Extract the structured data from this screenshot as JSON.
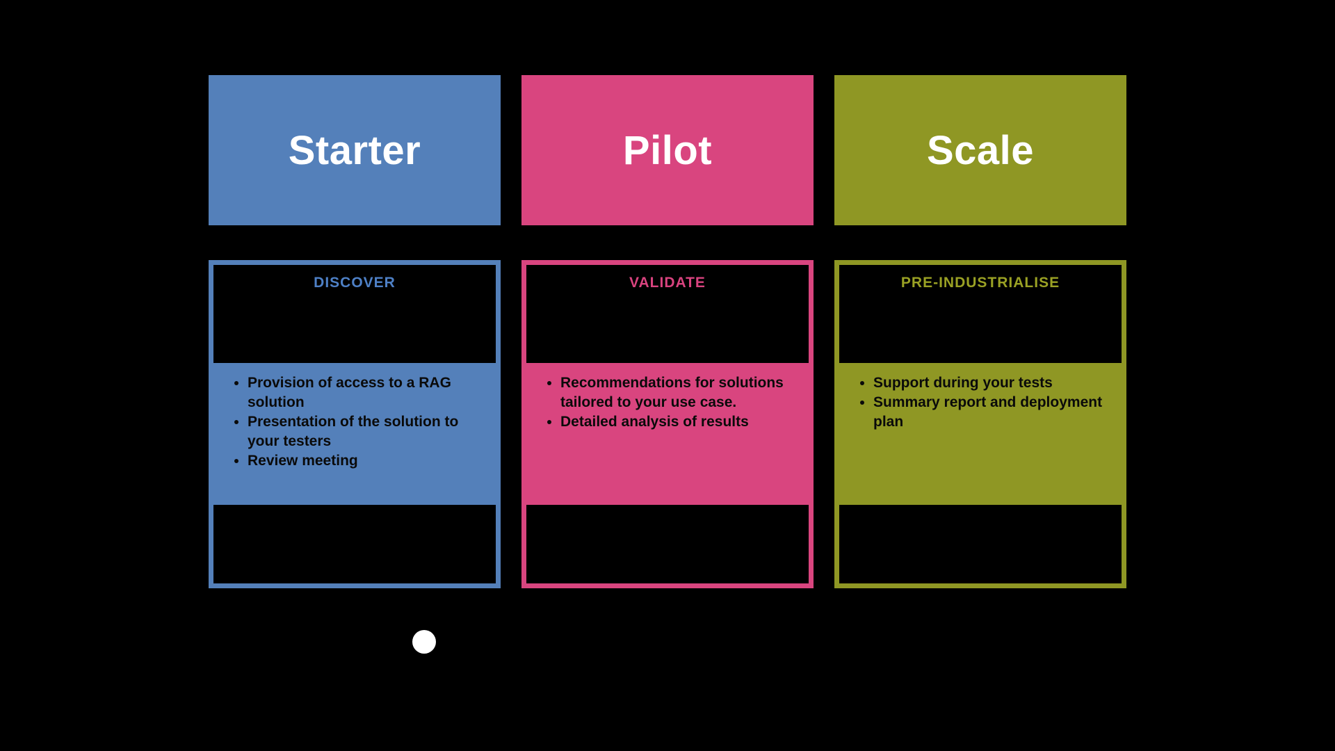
{
  "background_color": "#000000",
  "header_text_color": "#FFFFFF",
  "bullet_text_color": "#0A0A0A",
  "columns": [
    {
      "id": "starter",
      "header_label": "Starter",
      "stage_label": "DISCOVER",
      "accent_color": "#5480BA",
      "title_color": "#4E80C6",
      "bullets": [
        "Provision of access to a RAG solution",
        "Presentation of the solution to your testers",
        "Review meeting"
      ]
    },
    {
      "id": "pilot",
      "header_label": "Pilot",
      "stage_label": "VALIDATE",
      "accent_color": "#D9457F",
      "title_color": "#D9437F",
      "bullets": [
        "Recommendations for solutions tailored to your use case.",
        "Detailed analysis of results"
      ]
    },
    {
      "id": "scale",
      "header_label": "Scale",
      "stage_label": "PRE-INDUSTRIALISE",
      "accent_color": "#8F9724",
      "title_color": "#9AA124",
      "bullets": [
        "Support during your tests",
        "Summary report and deployment plan"
      ]
    }
  ],
  "decorations": {
    "dot_color": "#FFFFFF"
  }
}
